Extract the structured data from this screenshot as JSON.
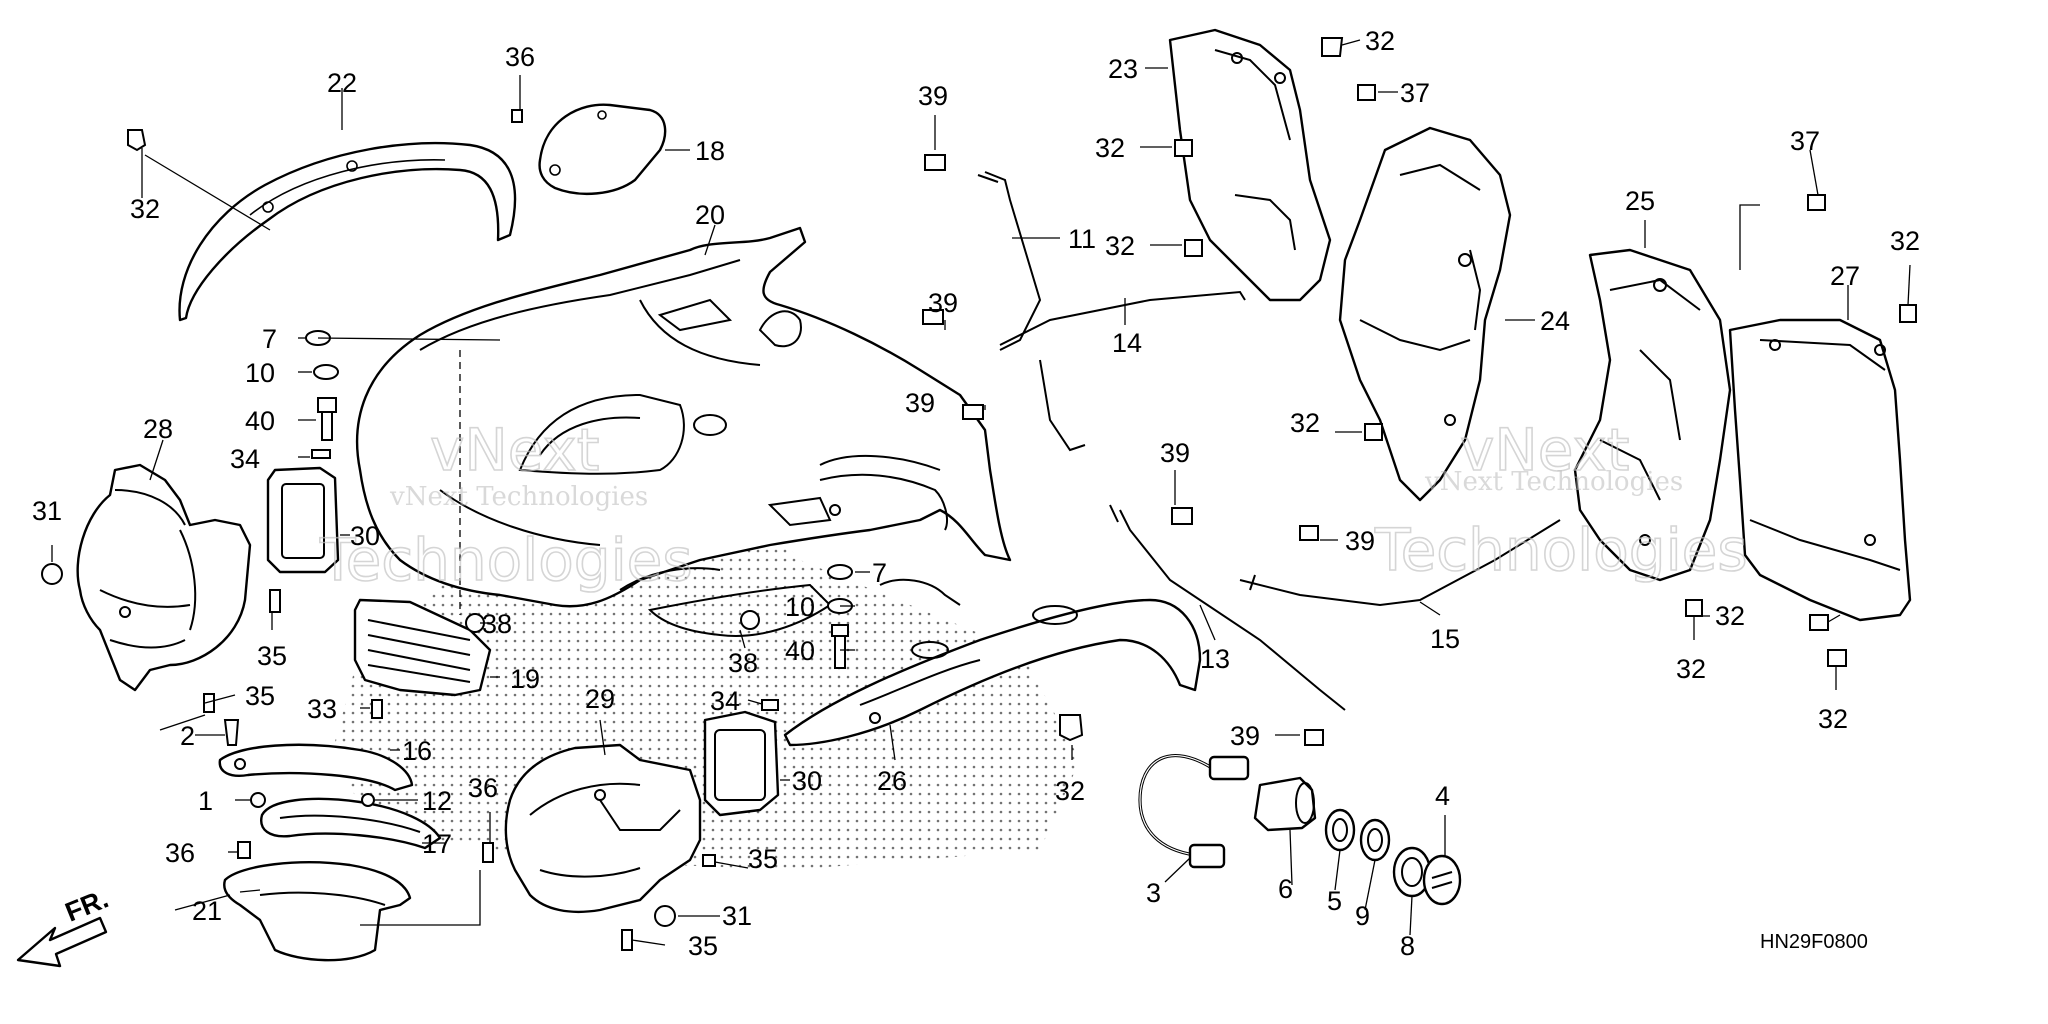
{
  "diagram_code": "HN29F0800",
  "front_marker": "FR.",
  "watermark": {
    "line1": "vNext Technologies",
    "line2": "vNext",
    "line3": "Technologies"
  },
  "callouts": [
    {
      "id": "c-22",
      "label": "22"
    },
    {
      "id": "c-32a",
      "label": "32"
    },
    {
      "id": "c-36a",
      "label": "36"
    },
    {
      "id": "c-18",
      "label": "18"
    },
    {
      "id": "c-20",
      "label": "20"
    },
    {
      "id": "c-7a",
      "label": "7"
    },
    {
      "id": "c-10a",
      "label": "10"
    },
    {
      "id": "c-40a",
      "label": "40"
    },
    {
      "id": "c-34a",
      "label": "34"
    },
    {
      "id": "c-28",
      "label": "28"
    },
    {
      "id": "c-31a",
      "label": "31"
    },
    {
      "id": "c-30a",
      "label": "30"
    },
    {
      "id": "c-35a",
      "label": "35"
    },
    {
      "id": "c-38a",
      "label": "38"
    },
    {
      "id": "c-19",
      "label": "19"
    },
    {
      "id": "c-33",
      "label": "33"
    },
    {
      "id": "c-35b",
      "label": "35"
    },
    {
      "id": "c-2",
      "label": "2"
    },
    {
      "id": "c-16",
      "label": "16"
    },
    {
      "id": "c-1",
      "label": "1"
    },
    {
      "id": "c-12",
      "label": "12"
    },
    {
      "id": "c-36b",
      "label": "36"
    },
    {
      "id": "c-36c",
      "label": "36"
    },
    {
      "id": "c-17",
      "label": "17"
    },
    {
      "id": "c-21",
      "label": "21"
    },
    {
      "id": "c-29",
      "label": "29"
    },
    {
      "id": "c-34b",
      "label": "34"
    },
    {
      "id": "c-30b",
      "label": "30"
    },
    {
      "id": "c-35c",
      "label": "35"
    },
    {
      "id": "c-31b",
      "label": "31"
    },
    {
      "id": "c-35d",
      "label": "35"
    },
    {
      "id": "c-7b",
      "label": "7"
    },
    {
      "id": "c-10b",
      "label": "10"
    },
    {
      "id": "c-40b",
      "label": "40"
    },
    {
      "id": "c-38b",
      "label": "38"
    },
    {
      "id": "c-26",
      "label": "26"
    },
    {
      "id": "c-32b",
      "label": "32"
    },
    {
      "id": "c-39a",
      "label": "39"
    },
    {
      "id": "c-11",
      "label": "11"
    },
    {
      "id": "c-39b",
      "label": "39"
    },
    {
      "id": "c-14",
      "label": "14"
    },
    {
      "id": "c-39c",
      "label": "39"
    },
    {
      "id": "c-23",
      "label": "23"
    },
    {
      "id": "c-32c",
      "label": "32"
    },
    {
      "id": "c-37a",
      "label": "37"
    },
    {
      "id": "c-32d",
      "label": "32"
    },
    {
      "id": "c-32e",
      "label": "32"
    },
    {
      "id": "c-24",
      "label": "24"
    },
    {
      "id": "c-32f",
      "label": "32"
    },
    {
      "id": "c-39d",
      "label": "39"
    },
    {
      "id": "c-39e",
      "label": "39"
    },
    {
      "id": "c-13",
      "label": "13"
    },
    {
      "id": "c-15",
      "label": "15"
    },
    {
      "id": "c-39f",
      "label": "39"
    },
    {
      "id": "c-3",
      "label": "3"
    },
    {
      "id": "c-6",
      "label": "6"
    },
    {
      "id": "c-5",
      "label": "5"
    },
    {
      "id": "c-9",
      "label": "9"
    },
    {
      "id": "c-8",
      "label": "8"
    },
    {
      "id": "c-4",
      "label": "4"
    },
    {
      "id": "c-25",
      "label": "25"
    },
    {
      "id": "c-37b",
      "label": "37"
    },
    {
      "id": "c-27",
      "label": "27"
    },
    {
      "id": "c-32g",
      "label": "32"
    },
    {
      "id": "c-32h",
      "label": "32"
    },
    {
      "id": "c-32i",
      "label": "32"
    },
    {
      "id": "c-32j",
      "label": "32"
    }
  ]
}
